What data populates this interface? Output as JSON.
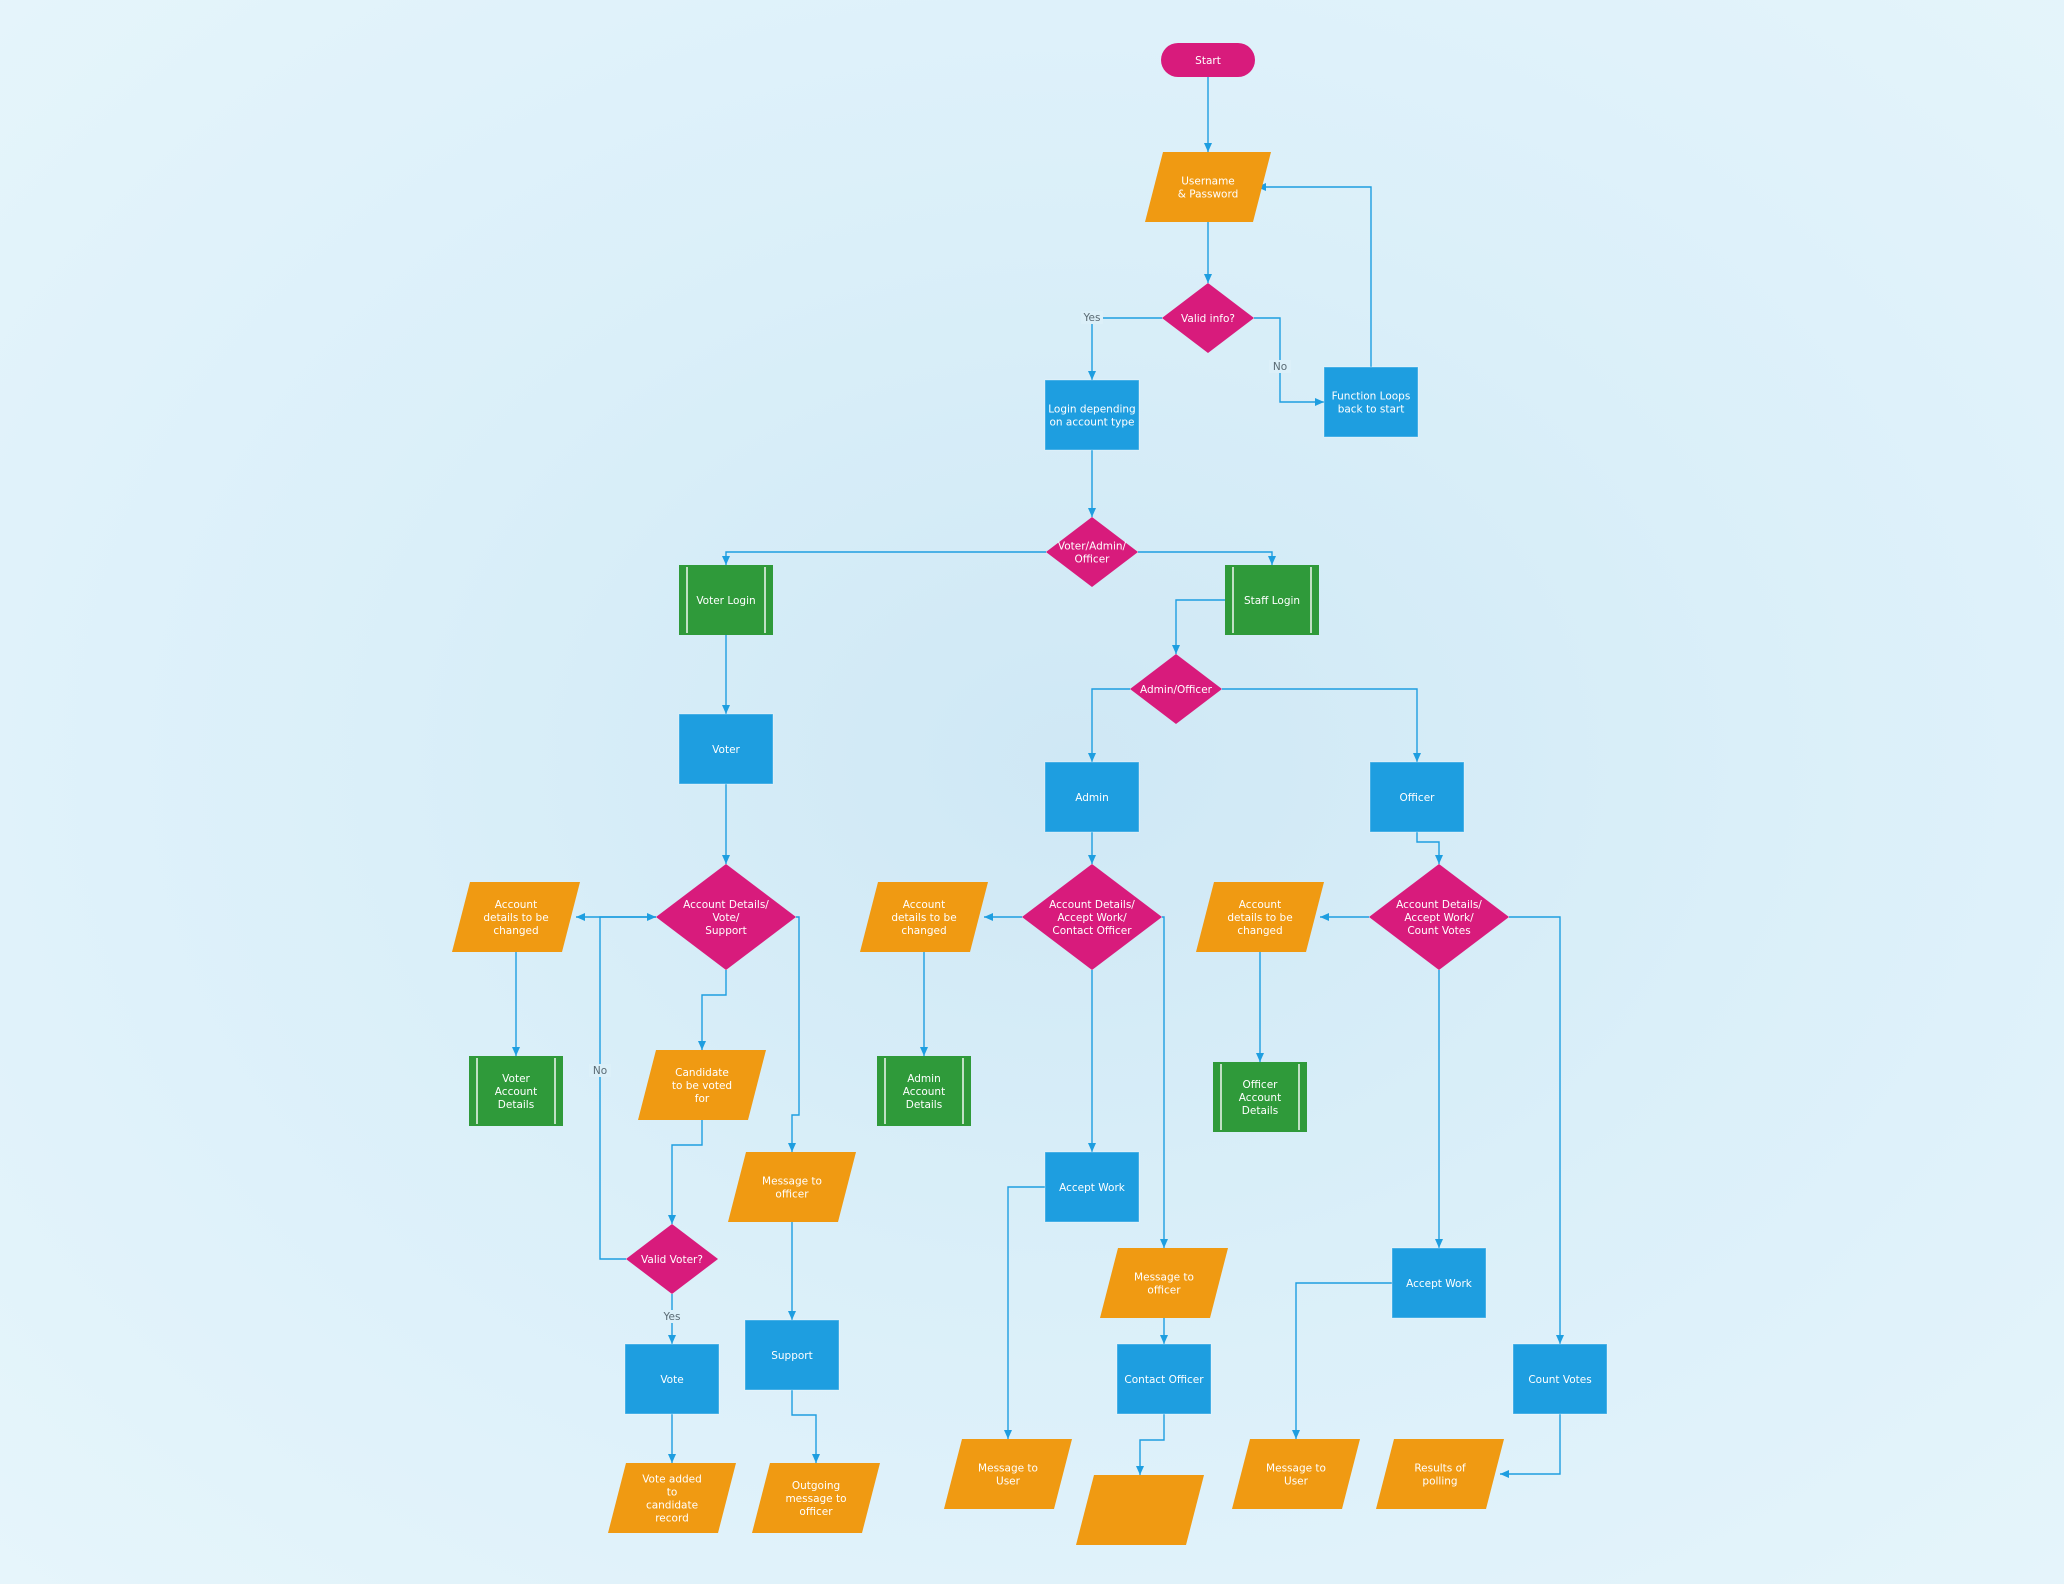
{
  "colors": {
    "terminator": "#d81b7c",
    "decision": "#d81b7c",
    "process": "#1e9ee0",
    "io": "#f09a12",
    "predefined": "#2f9a3a",
    "connector": "#1e9ee0",
    "label_text": "#5a6a73",
    "node_text": "#ffffff"
  },
  "nodes": {
    "start": "Start",
    "username_password": "Username\n& Password",
    "valid_info": "Valid info?",
    "function_loops": "Function Loops\nback to start",
    "login_depending": "Login depending\non account type",
    "voter_admin_officer": "Voter/Admin/\nOfficer",
    "voter_login": "Voter Login",
    "staff_login": "Staff Login",
    "admin_officer": "Admin/Officer",
    "voter": "Voter",
    "admin": "Admin",
    "officer": "Officer",
    "voter_decision": "Account Details/\nVote/\nSupport",
    "admin_decision": "Account Details/\nAccept Work/\nContact Officer",
    "officer_decision": "Account Details/\nAccept Work/\nCount Votes",
    "voter_acct_change": "Account\ndetails to be\nchanged",
    "admin_acct_change": "Account\ndetails to be\nchanged",
    "officer_acct_change": "Account\ndetails to be\nchanged",
    "voter_acct_details": "Voter\nAccount\nDetails",
    "admin_acct_details": "Admin\nAccount\nDetails",
    "officer_acct_details": "Officer\nAccount\nDetails",
    "candidate": "Candidate\nto be voted\nfor",
    "voter_msg_officer": "Message to\nofficer",
    "valid_voter": "Valid Voter?",
    "support": "Support",
    "vote": "Vote",
    "vote_added": "Vote added\nto\ncandidate\nrecord",
    "outgoing_msg": "Outgoing\nmessage to\nofficer",
    "admin_accept_work": "Accept Work",
    "admin_msg_officer": "Message to\nofficer",
    "contact_officer": "Contact Officer",
    "admin_msg_user": "Message to\nUser",
    "contact_output": "",
    "officer_accept_work": "Accept Work",
    "count_votes": "Count Votes",
    "officer_msg_user": "Message to\nUser",
    "results_polling": "Results of\npolling"
  },
  "edge_labels": {
    "yes_valid_info": "Yes",
    "no_valid_info": "No",
    "no_valid_voter": "No",
    "yes_valid_voter": "Yes"
  }
}
